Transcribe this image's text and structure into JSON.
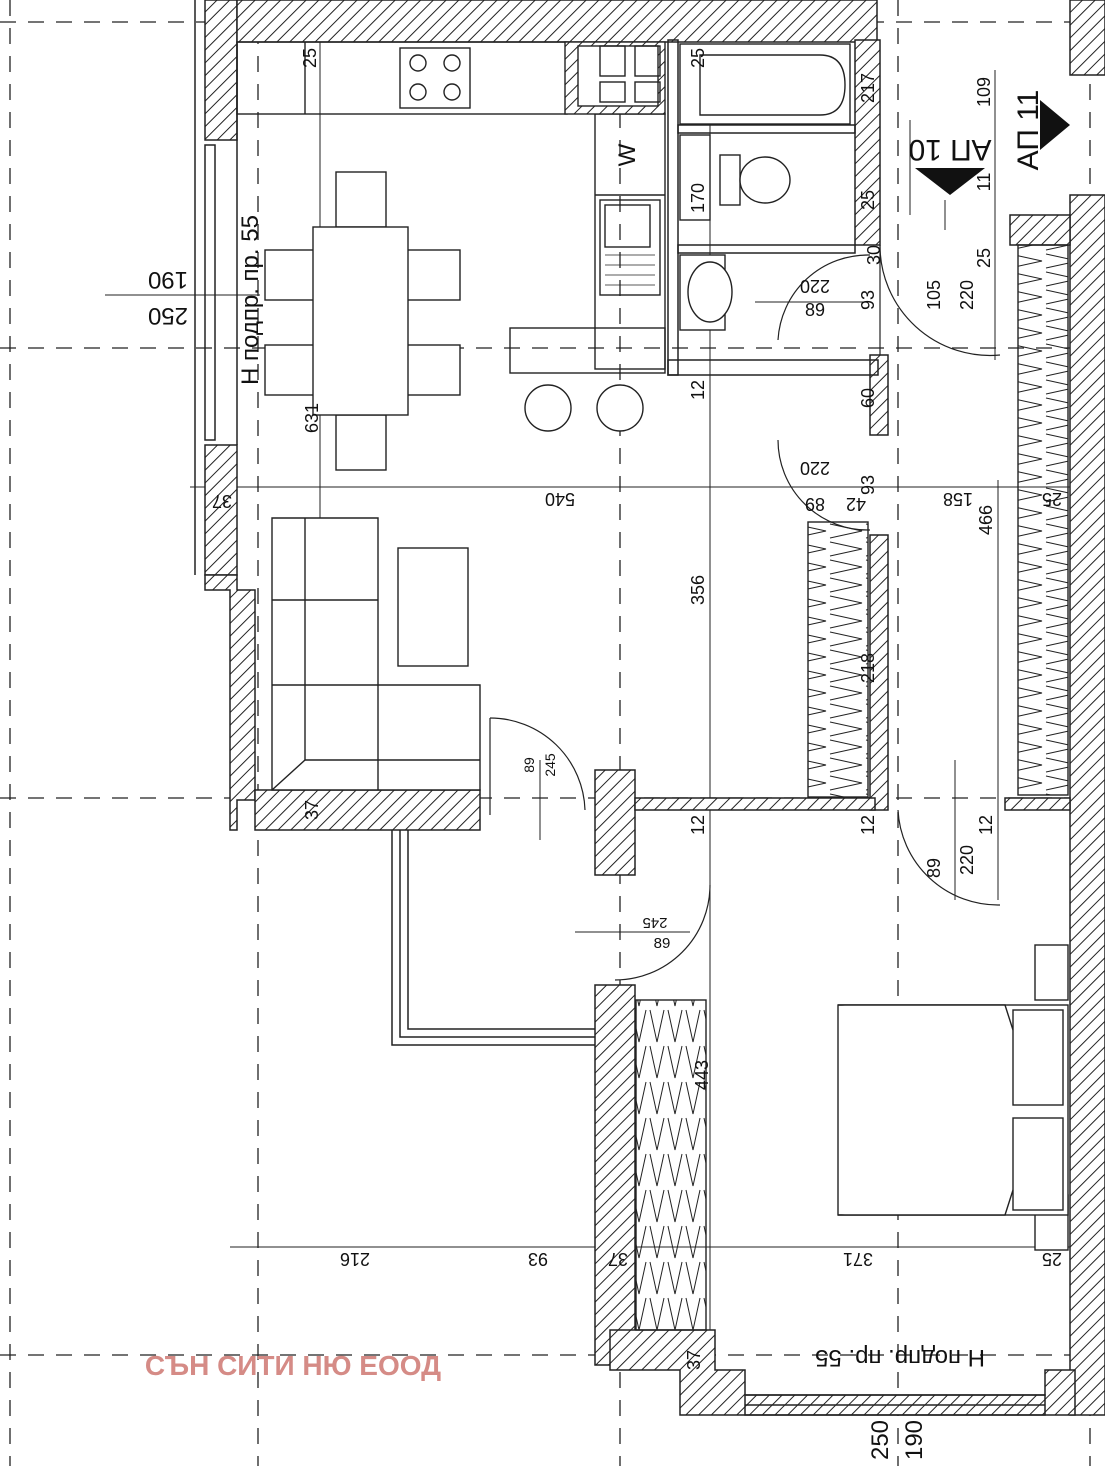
{
  "apartments": {
    "left": "АП 10",
    "right": "АП 11"
  },
  "floor_levels": {
    "top": "Н подпр. пр. 55",
    "bottom": "Н подпр. пр. 55"
  },
  "window_heights": {
    "top_upper": "190",
    "top_lower": "250",
    "bottom_left": "250",
    "bottom_right": "190"
  },
  "kitchen": {
    "washer": "W"
  },
  "dimensions": {
    "d25_kitchen": "25",
    "d25_bath": "25",
    "d217": "217",
    "d109": "109",
    "d11": "11",
    "d25_wc": "25",
    "d170": "170",
    "d30": "30",
    "d25_corr": "25",
    "d220_bath": "220",
    "d89_bath": "89",
    "d93_bath": "93",
    "d105": "105",
    "d220_corr": "220",
    "d631": "631",
    "d12_top": "12",
    "d60": "60",
    "d37_left": "37",
    "d540": "540",
    "d220_mid": "220",
    "d89_mid": "89",
    "d42": "42",
    "d93_mid": "93",
    "d158": "158",
    "d25_right": "25",
    "d466": "466",
    "d356": "356",
    "d218": "218",
    "d89_door": "89",
    "d245_door": "245",
    "d37_bottom": "37",
    "d12_a": "12",
    "d12_b": "12",
    "d12_c": "12",
    "d89_bed": "89",
    "d220_bed": "220",
    "d245_lower": "245",
    "d89_lower": "89",
    "d443": "443",
    "d216": "216",
    "d93_low": "93",
    "d37_low": "37",
    "d371": "371",
    "d25_low": "25",
    "d37_corner": "37"
  },
  "watermark": "СЪН СИТИ НЮ ЕООД"
}
